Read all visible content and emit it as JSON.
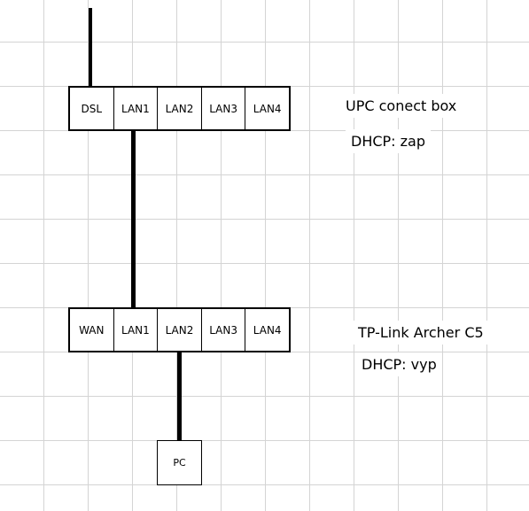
{
  "upc": {
    "ports": [
      "DSL",
      "LAN1",
      "LAN2",
      "LAN3",
      "LAN4"
    ],
    "name": "UPC conect box",
    "dhcp": "DHCP: zap"
  },
  "tplink": {
    "ports": [
      "WAN",
      "LAN1",
      "LAN2",
      "LAN3",
      "LAN4"
    ],
    "name": "TP-Link Archer C5",
    "dhcp": "DHCP: vyp"
  },
  "pc": {
    "label": "PC"
  }
}
